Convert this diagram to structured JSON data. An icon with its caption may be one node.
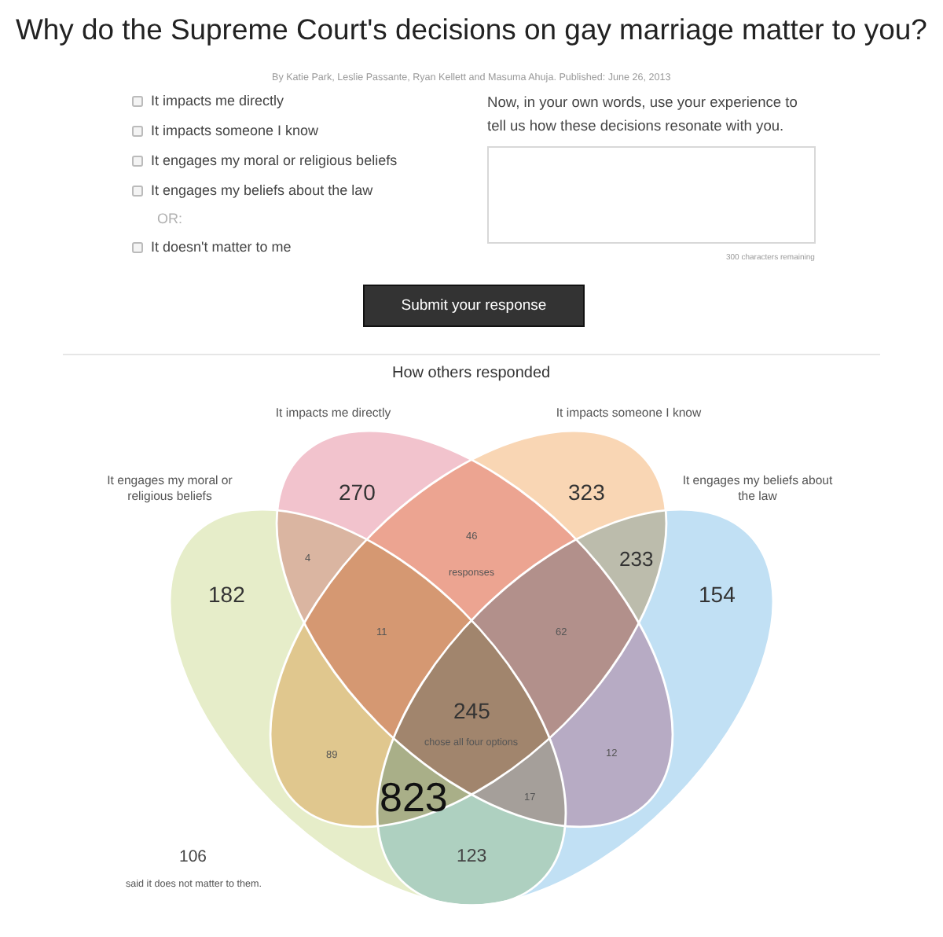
{
  "diagram": {
    "title": "Why do the Supreme Court's decisions on gay marriage matter to you?",
    "nodes": [
      {
        "text": [
          "Submit your response"
        ]
      },
      {
        "text": [
          "It impacts me directly",
          "270"
        ]
      },
      {
        "text": [
          "It impacts someone I know",
          "323"
        ]
      },
      {
        "text": [
          "It engages my moral or religious beliefs",
          "182"
        ]
      },
      {
        "text": [
          "It engages my beliefs about the law",
          "154"
        ]
      }
    ],
    "labels": [
      "By Katie Park, Leslie Passante, Ryan Kellett and Masuma Ahuja. Published: June 26, 2013",
      "It impacts me directly",
      "It impacts someone I know",
      "It engages my moral or religious beliefs",
      "It engages my beliefs about the law",
      "OR:",
      "It doesn't matter to me",
      "Now, in your own words, use your experience to tell us how these decisions resonate with you.",
      "300 characters remaining",
      "How others responded",
      "46",
      "4",
      "233",
      "responses",
      "11",
      "62",
      "245",
      "chose all four options",
      "89",
      "12",
      "823",
      "17",
      "106",
      "123",
      "said it does not matter to them."
    ]
  }
}
